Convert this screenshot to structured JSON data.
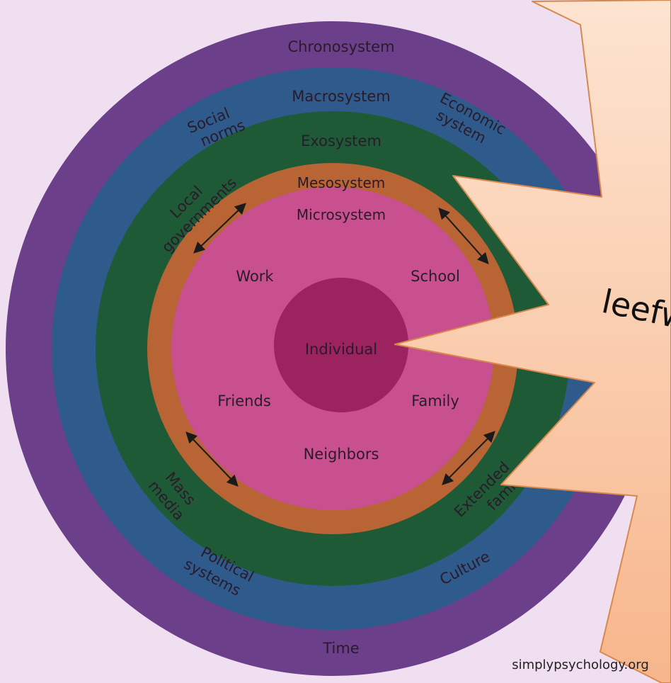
{
  "diagram": {
    "layers": {
      "chronosystem": "Chronosystem",
      "macrosystem": "Macrosystem",
      "exosystem": "Exosystem",
      "mesosystem": "Mesosystem",
      "microsystem": "Microsystem",
      "individual": "Individual"
    },
    "micro_items": {
      "work": "Work",
      "school": "School",
      "friends": "Friends",
      "family": "Family",
      "neighbors": "Neighbors"
    },
    "exo_items": {
      "local_governments_1": "Local",
      "local_governments_2": "governments",
      "mass_media_1": "Mass",
      "mass_media_2": "media",
      "extended_family_1": "Extended",
      "extended_family_2": "family"
    },
    "macro_items": {
      "social_norms_1": "Social",
      "social_norms_2": "norms",
      "economic_system_1": "Economic",
      "economic_system_2": "system",
      "political_systems_1": "Political",
      "political_systems_2": "systems",
      "culture": "Culture"
    },
    "chrono_items": {
      "time": "Time"
    },
    "callout_text": "leefw",
    "watermark": "simplypsychology.org"
  },
  "colors": {
    "background": "#f0dff0",
    "chronosystem": "#6b3f8a",
    "macrosystem": "#2f5a8c",
    "exosystem": "#1f5a36",
    "mesosystem": "#b86434",
    "microsystem": "#c8508e",
    "individual": "#9a2360",
    "callout_fill": "#fac7a4",
    "callout_stroke": "#d9884c"
  }
}
